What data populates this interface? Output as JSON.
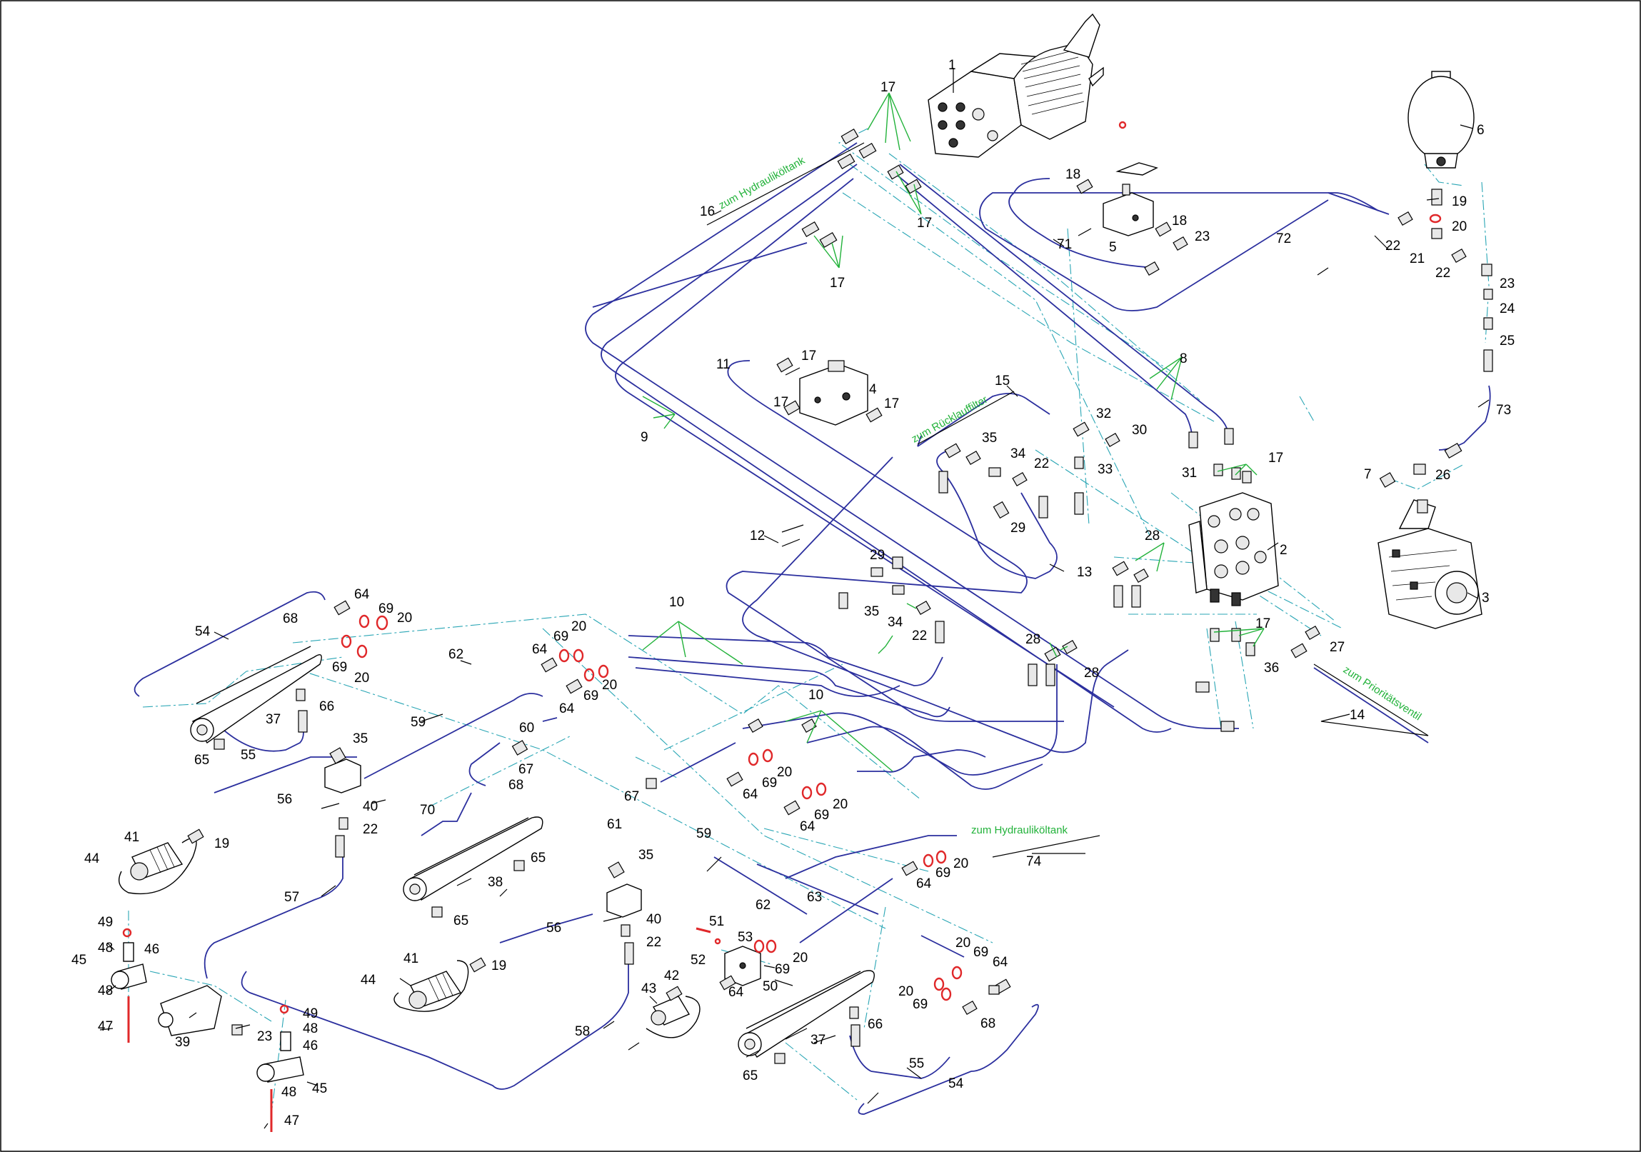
{
  "colors": {
    "hose": "#2b2f9e",
    "centerline": "#2aa6b5",
    "leader_green": "#22b23a",
    "seal_red": "#e0282a",
    "outline": "#000000"
  },
  "annotations": {
    "tank_top": "zum Hydrauliköltank",
    "return_filter": "zum Rücklauffilter",
    "priority_valve": "zum Prioritätsventil",
    "tank_bottom": "zum Hydrauliköltank"
  },
  "labels": [
    {
      "id": "1",
      "text": "1"
    },
    {
      "id": "2",
      "text": "2"
    },
    {
      "id": "3",
      "text": "3"
    },
    {
      "id": "4",
      "text": "4"
    },
    {
      "id": "5",
      "text": "5"
    },
    {
      "id": "6",
      "text": "6"
    },
    {
      "id": "7",
      "text": "7"
    },
    {
      "id": "8",
      "text": "8"
    },
    {
      "id": "9",
      "text": "9"
    },
    {
      "id": "10a",
      "text": "10"
    },
    {
      "id": "10b",
      "text": "10"
    },
    {
      "id": "11",
      "text": "11"
    },
    {
      "id": "12",
      "text": "12"
    },
    {
      "id": "13",
      "text": "13"
    },
    {
      "id": "14",
      "text": "14"
    },
    {
      "id": "15",
      "text": "15"
    },
    {
      "id": "16",
      "text": "16"
    },
    {
      "id": "17a",
      "text": "17"
    },
    {
      "id": "17b",
      "text": "17"
    },
    {
      "id": "17c",
      "text": "17"
    },
    {
      "id": "17d",
      "text": "17"
    },
    {
      "id": "17e",
      "text": "17"
    },
    {
      "id": "17f",
      "text": "17"
    },
    {
      "id": "17g",
      "text": "17"
    },
    {
      "id": "17h",
      "text": "17"
    },
    {
      "id": "18a",
      "text": "18"
    },
    {
      "id": "18b",
      "text": "18"
    },
    {
      "id": "19a",
      "text": "19"
    },
    {
      "id": "19b",
      "text": "19"
    },
    {
      "id": "19c",
      "text": "19"
    },
    {
      "id": "20a",
      "text": "20"
    },
    {
      "id": "20b",
      "text": "20"
    },
    {
      "id": "20c",
      "text": "20"
    },
    {
      "id": "20d",
      "text": "20"
    },
    {
      "id": "20e",
      "text": "20"
    },
    {
      "id": "20f",
      "text": "20"
    },
    {
      "id": "20g",
      "text": "20"
    },
    {
      "id": "20h",
      "text": "20"
    },
    {
      "id": "20i",
      "text": "20"
    },
    {
      "id": "20j",
      "text": "20"
    },
    {
      "id": "20k",
      "text": "20"
    },
    {
      "id": "21",
      "text": "21"
    },
    {
      "id": "22a",
      "text": "22"
    },
    {
      "id": "22b",
      "text": "22"
    },
    {
      "id": "22c",
      "text": "22"
    },
    {
      "id": "22d",
      "text": "22"
    },
    {
      "id": "22e",
      "text": "22"
    },
    {
      "id": "22f",
      "text": "22"
    },
    {
      "id": "23a",
      "text": "23"
    },
    {
      "id": "23b",
      "text": "23"
    },
    {
      "id": "23c",
      "text": "23"
    },
    {
      "id": "24",
      "text": "24"
    },
    {
      "id": "25",
      "text": "25"
    },
    {
      "id": "26",
      "text": "26"
    },
    {
      "id": "27",
      "text": "27"
    },
    {
      "id": "28a",
      "text": "28"
    },
    {
      "id": "28b",
      "text": "28"
    },
    {
      "id": "28c",
      "text": "28"
    },
    {
      "id": "29a",
      "text": "29"
    },
    {
      "id": "29b",
      "text": "29"
    },
    {
      "id": "30",
      "text": "30"
    },
    {
      "id": "31",
      "text": "31"
    },
    {
      "id": "32",
      "text": "32"
    },
    {
      "id": "33",
      "text": "33"
    },
    {
      "id": "34a",
      "text": "34"
    },
    {
      "id": "34b",
      "text": "34"
    },
    {
      "id": "35a",
      "text": "35"
    },
    {
      "id": "35b",
      "text": "35"
    },
    {
      "id": "35c",
      "text": "35"
    },
    {
      "id": "35d",
      "text": "35"
    },
    {
      "id": "36",
      "text": "36"
    },
    {
      "id": "37a",
      "text": "37"
    },
    {
      "id": "37b",
      "text": "37"
    },
    {
      "id": "38",
      "text": "38"
    },
    {
      "id": "39",
      "text": "39"
    },
    {
      "id": "40a",
      "text": "40"
    },
    {
      "id": "40b",
      "text": "40"
    },
    {
      "id": "41a",
      "text": "41"
    },
    {
      "id": "41b",
      "text": "41"
    },
    {
      "id": "42",
      "text": "42"
    },
    {
      "id": "43",
      "text": "43"
    },
    {
      "id": "44a",
      "text": "44"
    },
    {
      "id": "44b",
      "text": "44"
    },
    {
      "id": "45a",
      "text": "45"
    },
    {
      "id": "45b",
      "text": "45"
    },
    {
      "id": "46a",
      "text": "46"
    },
    {
      "id": "46b",
      "text": "46"
    },
    {
      "id": "47a",
      "text": "47"
    },
    {
      "id": "47b",
      "text": "47"
    },
    {
      "id": "48a",
      "text": "48"
    },
    {
      "id": "48b",
      "text": "48"
    },
    {
      "id": "48c",
      "text": "48"
    },
    {
      "id": "48d",
      "text": "48"
    },
    {
      "id": "49a",
      "text": "49"
    },
    {
      "id": "49b",
      "text": "49"
    },
    {
      "id": "50",
      "text": "50"
    },
    {
      "id": "51",
      "text": "51"
    },
    {
      "id": "52",
      "text": "52"
    },
    {
      "id": "53",
      "text": "53"
    },
    {
      "id": "54a",
      "text": "54"
    },
    {
      "id": "54b",
      "text": "54"
    },
    {
      "id": "55a",
      "text": "55"
    },
    {
      "id": "55b",
      "text": "55"
    },
    {
      "id": "56a",
      "text": "56"
    },
    {
      "id": "56b",
      "text": "56"
    },
    {
      "id": "57",
      "text": "57"
    },
    {
      "id": "58",
      "text": "58"
    },
    {
      "id": "59a",
      "text": "59"
    },
    {
      "id": "59b",
      "text": "59"
    },
    {
      "id": "60",
      "text": "60"
    },
    {
      "id": "61",
      "text": "61"
    },
    {
      "id": "62a",
      "text": "62"
    },
    {
      "id": "62b",
      "text": "62"
    },
    {
      "id": "63",
      "text": "63"
    },
    {
      "id": "64a",
      "text": "64"
    },
    {
      "id": "64b",
      "text": "64"
    },
    {
      "id": "64c",
      "text": "64"
    },
    {
      "id": "64d",
      "text": "64"
    },
    {
      "id": "64e",
      "text": "64"
    },
    {
      "id": "64f",
      "text": "64"
    },
    {
      "id": "64g",
      "text": "64"
    },
    {
      "id": "64h",
      "text": "64"
    },
    {
      "id": "65a",
      "text": "65"
    },
    {
      "id": "65b",
      "text": "65"
    },
    {
      "id": "65c",
      "text": "65"
    },
    {
      "id": "65d",
      "text": "65"
    },
    {
      "id": "66a",
      "text": "66"
    },
    {
      "id": "66b",
      "text": "66"
    },
    {
      "id": "67a",
      "text": "67"
    },
    {
      "id": "67b",
      "text": "67"
    },
    {
      "id": "68a",
      "text": "68"
    },
    {
      "id": "68b",
      "text": "68"
    },
    {
      "id": "68c",
      "text": "68"
    },
    {
      "id": "69a",
      "text": "69"
    },
    {
      "id": "69b",
      "text": "69"
    },
    {
      "id": "69c",
      "text": "69"
    },
    {
      "id": "69d",
      "text": "69"
    },
    {
      "id": "69e",
      "text": "69"
    },
    {
      "id": "69f",
      "text": "69"
    },
    {
      "id": "69g",
      "text": "69"
    },
    {
      "id": "69h",
      "text": "69"
    },
    {
      "id": "69i",
      "text": "69"
    },
    {
      "id": "69j",
      "text": "69"
    },
    {
      "id": "69k",
      "text": "69"
    },
    {
      "id": "70",
      "text": "70"
    },
    {
      "id": "71",
      "text": "71"
    },
    {
      "id": "72",
      "text": "72"
    },
    {
      "id": "73",
      "text": "73"
    },
    {
      "id": "74",
      "text": "74"
    }
  ]
}
